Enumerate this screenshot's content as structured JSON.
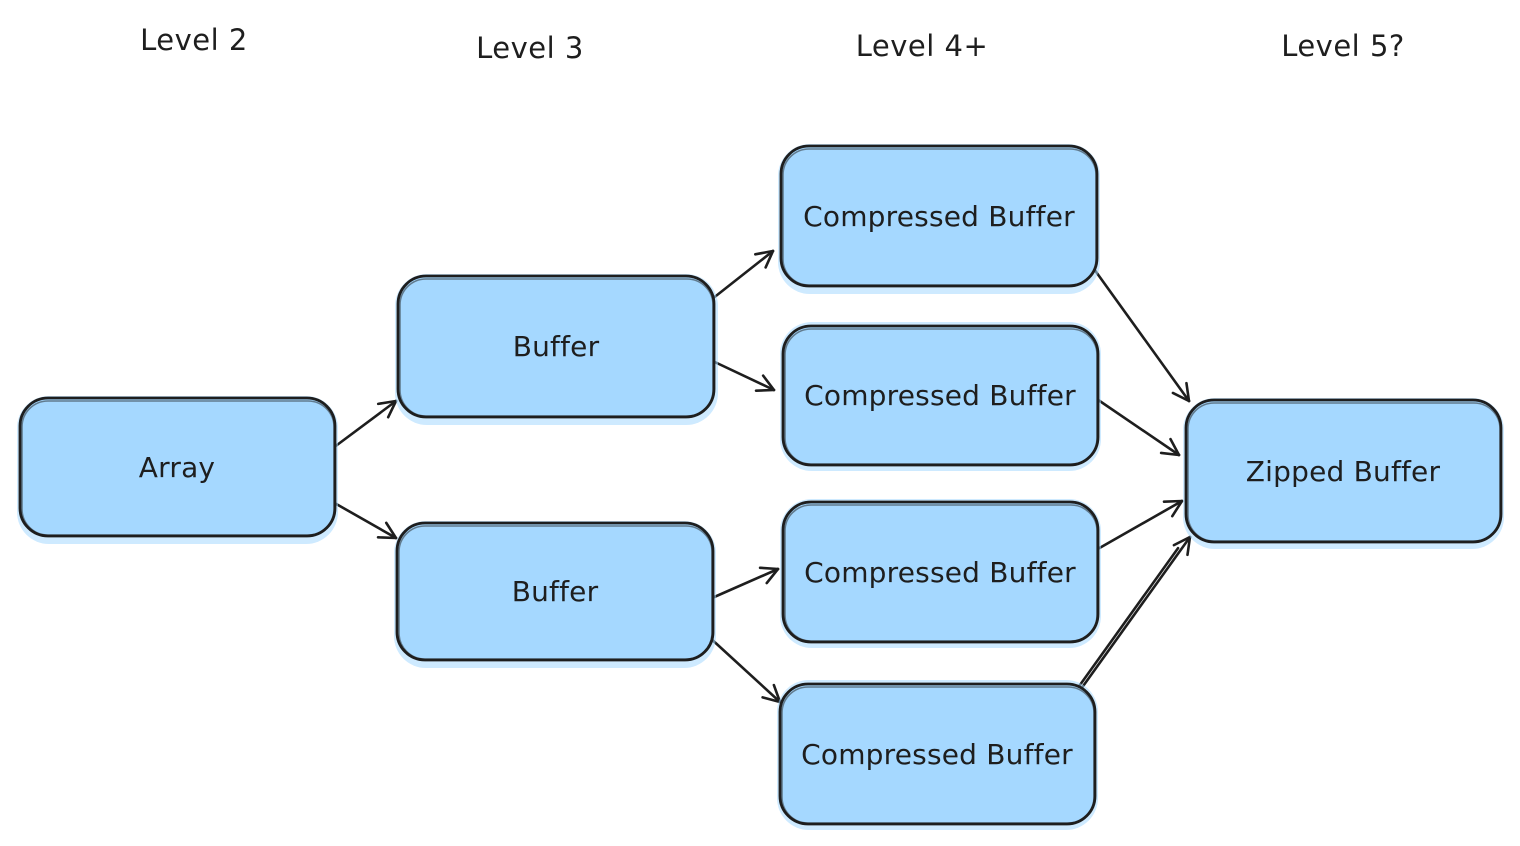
{
  "canvas": {
    "background": "#ffffff",
    "column_headers": [
      {
        "id": "level-2",
        "label": "Level 2"
      },
      {
        "id": "level-3",
        "label": "Level 3"
      },
      {
        "id": "level-4",
        "label": "Level 4+"
      },
      {
        "id": "level-5",
        "label": "Level 5?"
      }
    ],
    "nodes": [
      {
        "id": "array",
        "label": "Array",
        "column": "Level 2"
      },
      {
        "id": "buffer-top",
        "label": "Buffer",
        "column": "Level 3"
      },
      {
        "id": "buffer-bottom",
        "label": "Buffer",
        "column": "Level 3"
      },
      {
        "id": "compressed-buffer-1",
        "label": "Compressed Buffer",
        "column": "Level 4+"
      },
      {
        "id": "compressed-buffer-2",
        "label": "Compressed Buffer",
        "column": "Level 4+"
      },
      {
        "id": "compressed-buffer-3",
        "label": "Compressed Buffer",
        "column": "Level 4+"
      },
      {
        "id": "compressed-buffer-4",
        "label": "Compressed Buffer",
        "column": "Level 4+"
      },
      {
        "id": "zipped-buffer",
        "label": "Zipped Buffer",
        "column": "Level 5?"
      }
    ],
    "edges": [
      {
        "from": "array",
        "to": "buffer-top"
      },
      {
        "from": "array",
        "to": "buffer-bottom"
      },
      {
        "from": "buffer-top",
        "to": "compressed-buffer-1"
      },
      {
        "from": "buffer-top",
        "to": "compressed-buffer-2"
      },
      {
        "from": "buffer-bottom",
        "to": "compressed-buffer-3"
      },
      {
        "from": "buffer-bottom",
        "to": "compressed-buffer-4"
      },
      {
        "from": "compressed-buffer-1",
        "to": "zipped-buffer"
      },
      {
        "from": "compressed-buffer-2",
        "to": "zipped-buffer"
      },
      {
        "from": "compressed-buffer-3",
        "to": "zipped-buffer"
      },
      {
        "from": "compressed-buffer-4",
        "to": "zipped-buffer"
      }
    ],
    "colors": {
      "node_fill": "#a5d8ff",
      "stroke": "#1e1e1e",
      "text": "#1e1e1e",
      "background": "#ffffff"
    }
  }
}
